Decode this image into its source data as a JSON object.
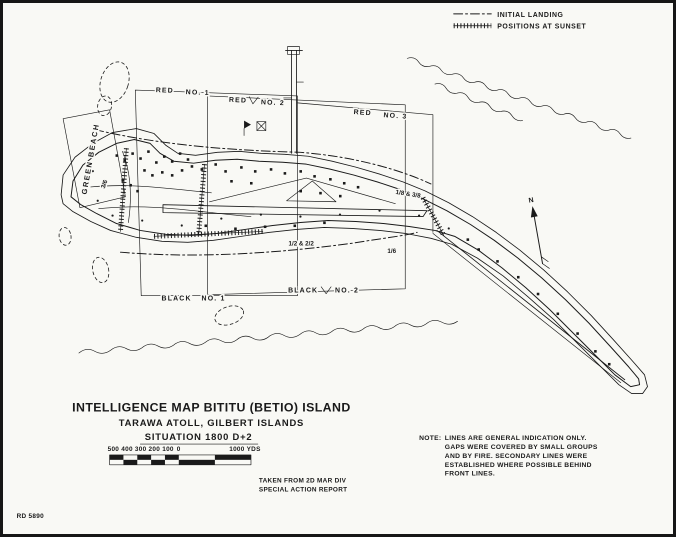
{
  "colors": {
    "ink": "#1a1a1a",
    "paper": "#f9f9f5"
  },
  "legend": {
    "initial_landing": "INITIAL LANDING",
    "positions_at_sunset": "POSITIONS AT SUNSET"
  },
  "beaches": {
    "green": "GREEN BEACH",
    "red1": [
      "RED",
      "NO. 1"
    ],
    "red2": [
      "RED",
      "NO. 2"
    ],
    "red3": [
      "RED",
      "NO. 3"
    ],
    "black1": [
      "BLACK",
      "NO. 1"
    ],
    "black2": [
      "BLACK",
      "NO. 2"
    ]
  },
  "units": {
    "west": "3/6",
    "north_east": "1/8 & 3/8",
    "south_center": "1/2 & 2/2",
    "south_east": "1/6"
  },
  "north_label": "N",
  "title_block": {
    "line1": "INTELLIGENCE MAP BITITU (BETIO) ISLAND",
    "line2": "TARAWA ATOLL, GILBERT ISLANDS",
    "line3": "SITUATION 1800 D+2"
  },
  "scale_bar": {
    "ticks": "500 400 300 200 100",
    "zero": "0",
    "right_label": "1000 YDS"
  },
  "source": {
    "line1": "TAKEN FROM 2D MAR DIV",
    "line2": "SPECIAL ACTION REPORT"
  },
  "note": {
    "label": "NOTE:",
    "lines": [
      "LINES ARE GENERAL INDICATION ONLY.",
      "GAPS WERE COVERED BY SMALL GROUPS",
      "AND BY FIRE. SECONDARY LINES WERE",
      "ESTABLISHED WHERE POSSIBLE BEHIND",
      "FRONT LINES."
    ]
  },
  "plate_id": "RD 5890"
}
